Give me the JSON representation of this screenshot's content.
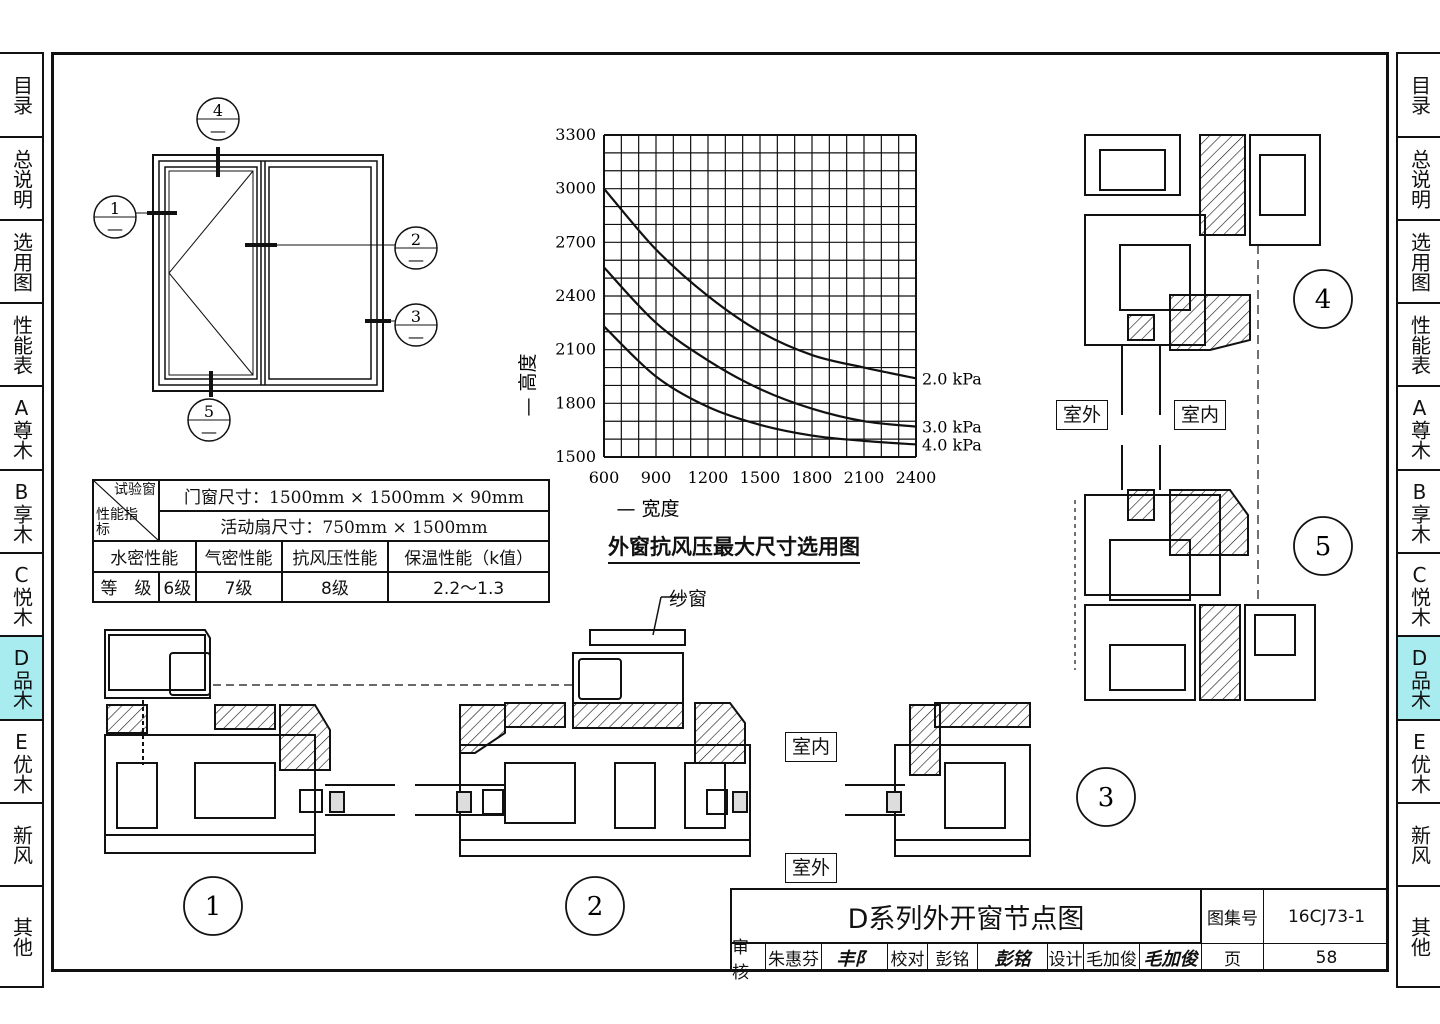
{
  "sidebar_tabs": [
    {
      "lines": "目录",
      "active": false
    },
    {
      "lines": "总说明",
      "active": false
    },
    {
      "lines": "选用图",
      "active": false
    },
    {
      "lines": "性能表",
      "active": false
    },
    {
      "lines": "A尊木",
      "active": false
    },
    {
      "lines": "B享木",
      "active": false
    },
    {
      "lines": "C悦木",
      "active": false
    },
    {
      "lines": "D品木",
      "active": true
    },
    {
      "lines": "E优木",
      "active": false
    },
    {
      "lines": "新风",
      "active": false
    },
    {
      "lines": "其他",
      "active": false
    }
  ],
  "elevation": {
    "markers": [
      {
        "num": "1",
        "sub": "—"
      },
      {
        "num": "2",
        "sub": "—"
      },
      {
        "num": "3",
        "sub": "—"
      },
      {
        "num": "4",
        "sub": "—"
      },
      {
        "num": "5",
        "sub": "—"
      }
    ]
  },
  "spec_table": {
    "corner_labels": [
      "试验窗",
      "性能指标"
    ],
    "row1": "门窗尺寸：1500mm × 1500mm × 90mm",
    "row2": "活动扇尺寸：750mm × 1500mm",
    "headers": [
      "水密性能",
      "气密性能",
      "抗风压性能",
      "保温性能（k值）"
    ],
    "grade_label": "等　级",
    "grades": [
      "6级",
      "7级",
      "8级",
      "2.2～1.3"
    ]
  },
  "chart_data": {
    "type": "line",
    "title": "外窗抗风压最大尺寸选用图",
    "xlabel": "宽度",
    "ylabel": "高度",
    "xlim": [
      600,
      2400
    ],
    "ylim": [
      1500,
      3300
    ],
    "x_ticks": [
      "600",
      "900",
      "1200",
      "1500",
      "1800",
      "2100",
      "2400"
    ],
    "y_ticks": [
      "1500",
      "1800",
      "2100",
      "2400",
      "2700",
      "3000",
      "3300"
    ],
    "grid": true,
    "series": [
      {
        "name": "2.0 kPa",
        "x": [
          600,
          900,
          1200,
          1500,
          1800,
          2100,
          2400
        ],
        "y": [
          3000,
          2660,
          2400,
          2200,
          2070,
          2000,
          1940
        ]
      },
      {
        "name": "3.0 kPa",
        "x": [
          600,
          900,
          1200,
          1500,
          1800,
          2100,
          2400
        ],
        "y": [
          2560,
          2250,
          2040,
          1880,
          1770,
          1700,
          1670
        ]
      },
      {
        "name": "4.0 kPa",
        "x": [
          600,
          900,
          1200,
          1500,
          1800,
          2100,
          2400
        ],
        "y": [
          2230,
          1950,
          1780,
          1680,
          1620,
          1590,
          1570
        ]
      }
    ]
  },
  "labels": {
    "screen_window": "纱窗",
    "indoor": "室内",
    "outdoor": "室外",
    "indoor_b": "室内",
    "outdoor_b": "室外"
  },
  "detail_markers": [
    "1",
    "2",
    "3",
    "4",
    "5"
  ],
  "title_block": {
    "title": "D系列外开窗节点图",
    "atlas_label": "图集号",
    "atlas_no": "16CJ73-1",
    "review_label": "审核",
    "reviewer": "朱惠芬",
    "check_label": "校对",
    "checker": "彭铭",
    "design_label": "设计",
    "designer": "毛加俊",
    "page_label": "页",
    "page_no": "58"
  }
}
